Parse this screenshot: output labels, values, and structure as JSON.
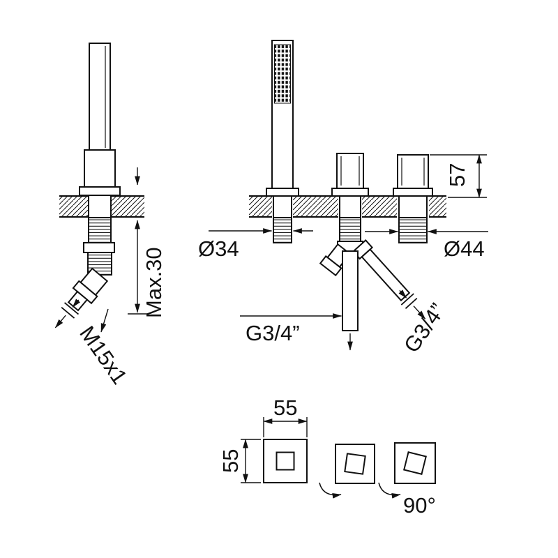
{
  "page": {
    "background": "#ffffff",
    "ink": "#111111"
  },
  "drawing": {
    "kind": "faucet-installation-dimension-drawing",
    "labels": {
      "max_depth_below_deck": "Max.30",
      "hose_thread": "M15x1",
      "shower_hole_diameter": "Ø34",
      "valve_hole_diameter": "Ø44",
      "height_above_deck": "57",
      "center_outlet_thread": "G3/4”",
      "side_outlet_thread": "G3/4”",
      "handle_width": "55",
      "handle_depth": "55",
      "handle_rotation_angle": "90°"
    }
  }
}
